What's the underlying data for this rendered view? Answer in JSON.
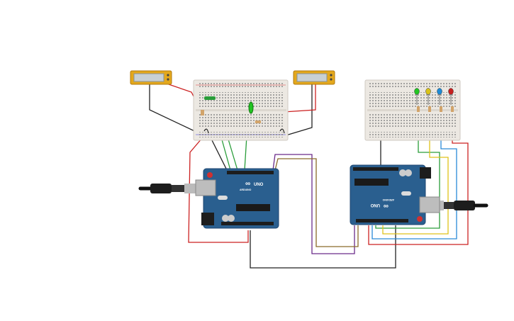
{
  "boards": [
    {
      "logo": "∞",
      "model": "UNO",
      "brand": "ARDUINO"
    },
    {
      "logo": "∞",
      "model": "UNO",
      "brand": "ARDUINO"
    }
  ],
  "leds": [
    {
      "color": "green",
      "hex": "#22c422"
    },
    {
      "color": "yellow",
      "hex": "#d9c21a"
    },
    {
      "color": "blue",
      "hex": "#1e8bd6"
    },
    {
      "color": "red",
      "hex": "#c62020"
    }
  ],
  "wire_colors": {
    "red": "#cc2222",
    "black": "#222222",
    "green": "#2a9d3a",
    "purple": "#6b2b8a",
    "brown": "#8a6a2a",
    "yellow": "#e0c21a",
    "blue": "#2a8ad8"
  },
  "board_color": "#2a5f8f",
  "breadboard_color": "#ece8e2",
  "lcd_frame_color": "#e4a81c"
}
